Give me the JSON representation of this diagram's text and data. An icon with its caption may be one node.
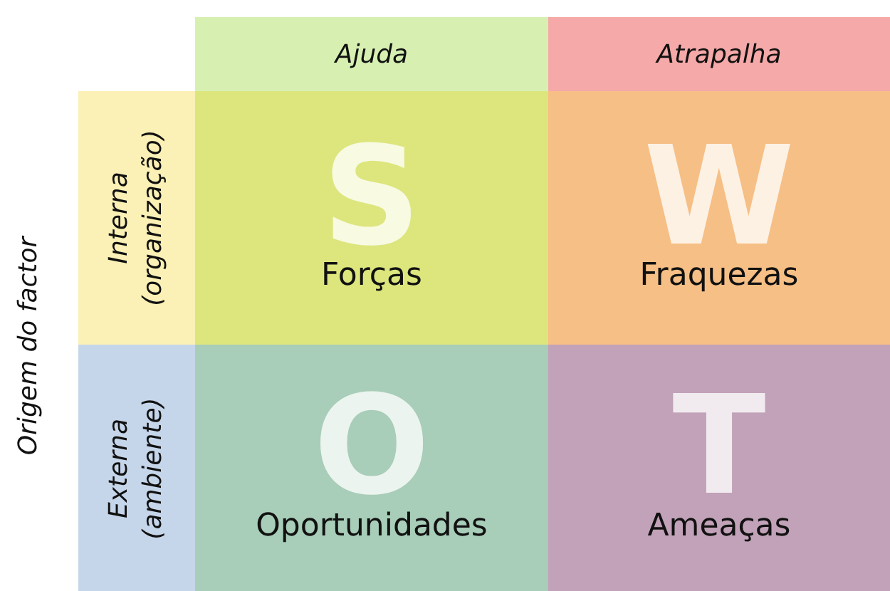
{
  "diagram": {
    "nodes": [
      {
        "text": [
          "Ajuda"
        ]
      },
      {
        "text": [
          "Atrapalha"
        ]
      },
      {
        "text": [
          "Interna (organização)"
        ]
      },
      {
        "text": [
          "S",
          "Forças"
        ]
      },
      {
        "text": [
          "W",
          "Fraquezas"
        ]
      },
      {
        "text": [
          "Externa (ambiente)"
        ]
      },
      {
        "text": [
          "O",
          "Oportunidades"
        ]
      },
      {
        "text": [
          "T",
          "Ameaças"
        ]
      }
    ],
    "edges": [],
    "labels": [
      "Origem do factor"
    ]
  }
}
